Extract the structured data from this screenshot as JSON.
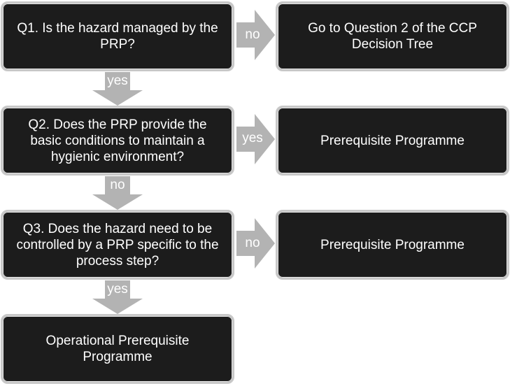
{
  "colors": {
    "box_fill": "#1c1c1c",
    "box_border": "#c8c8c8",
    "arrow_fill": "#b3b3b3",
    "text": "#ffffff"
  },
  "questions": {
    "q1": "Q1. Is the hazard managed by the PRP?",
    "q2": "Q2. Does the PRP provide the basic conditions to maintain  a hygienic  environment?",
    "q3": "Q3. Does the hazard need to be controlled by a PRP specific to the process step?"
  },
  "outcomes": {
    "r1": "Go to Question 2 of the CCP Decision Tree",
    "r2": "Prerequisite  Programme",
    "r3": "Prerequisite  Programme",
    "final": "Operational  Prerequisite Programme"
  },
  "arrows": {
    "q1_right": "no",
    "q1_down": "yes",
    "q2_right": "yes",
    "q2_down": "no",
    "q3_right": "no",
    "q3_down": "yes"
  }
}
